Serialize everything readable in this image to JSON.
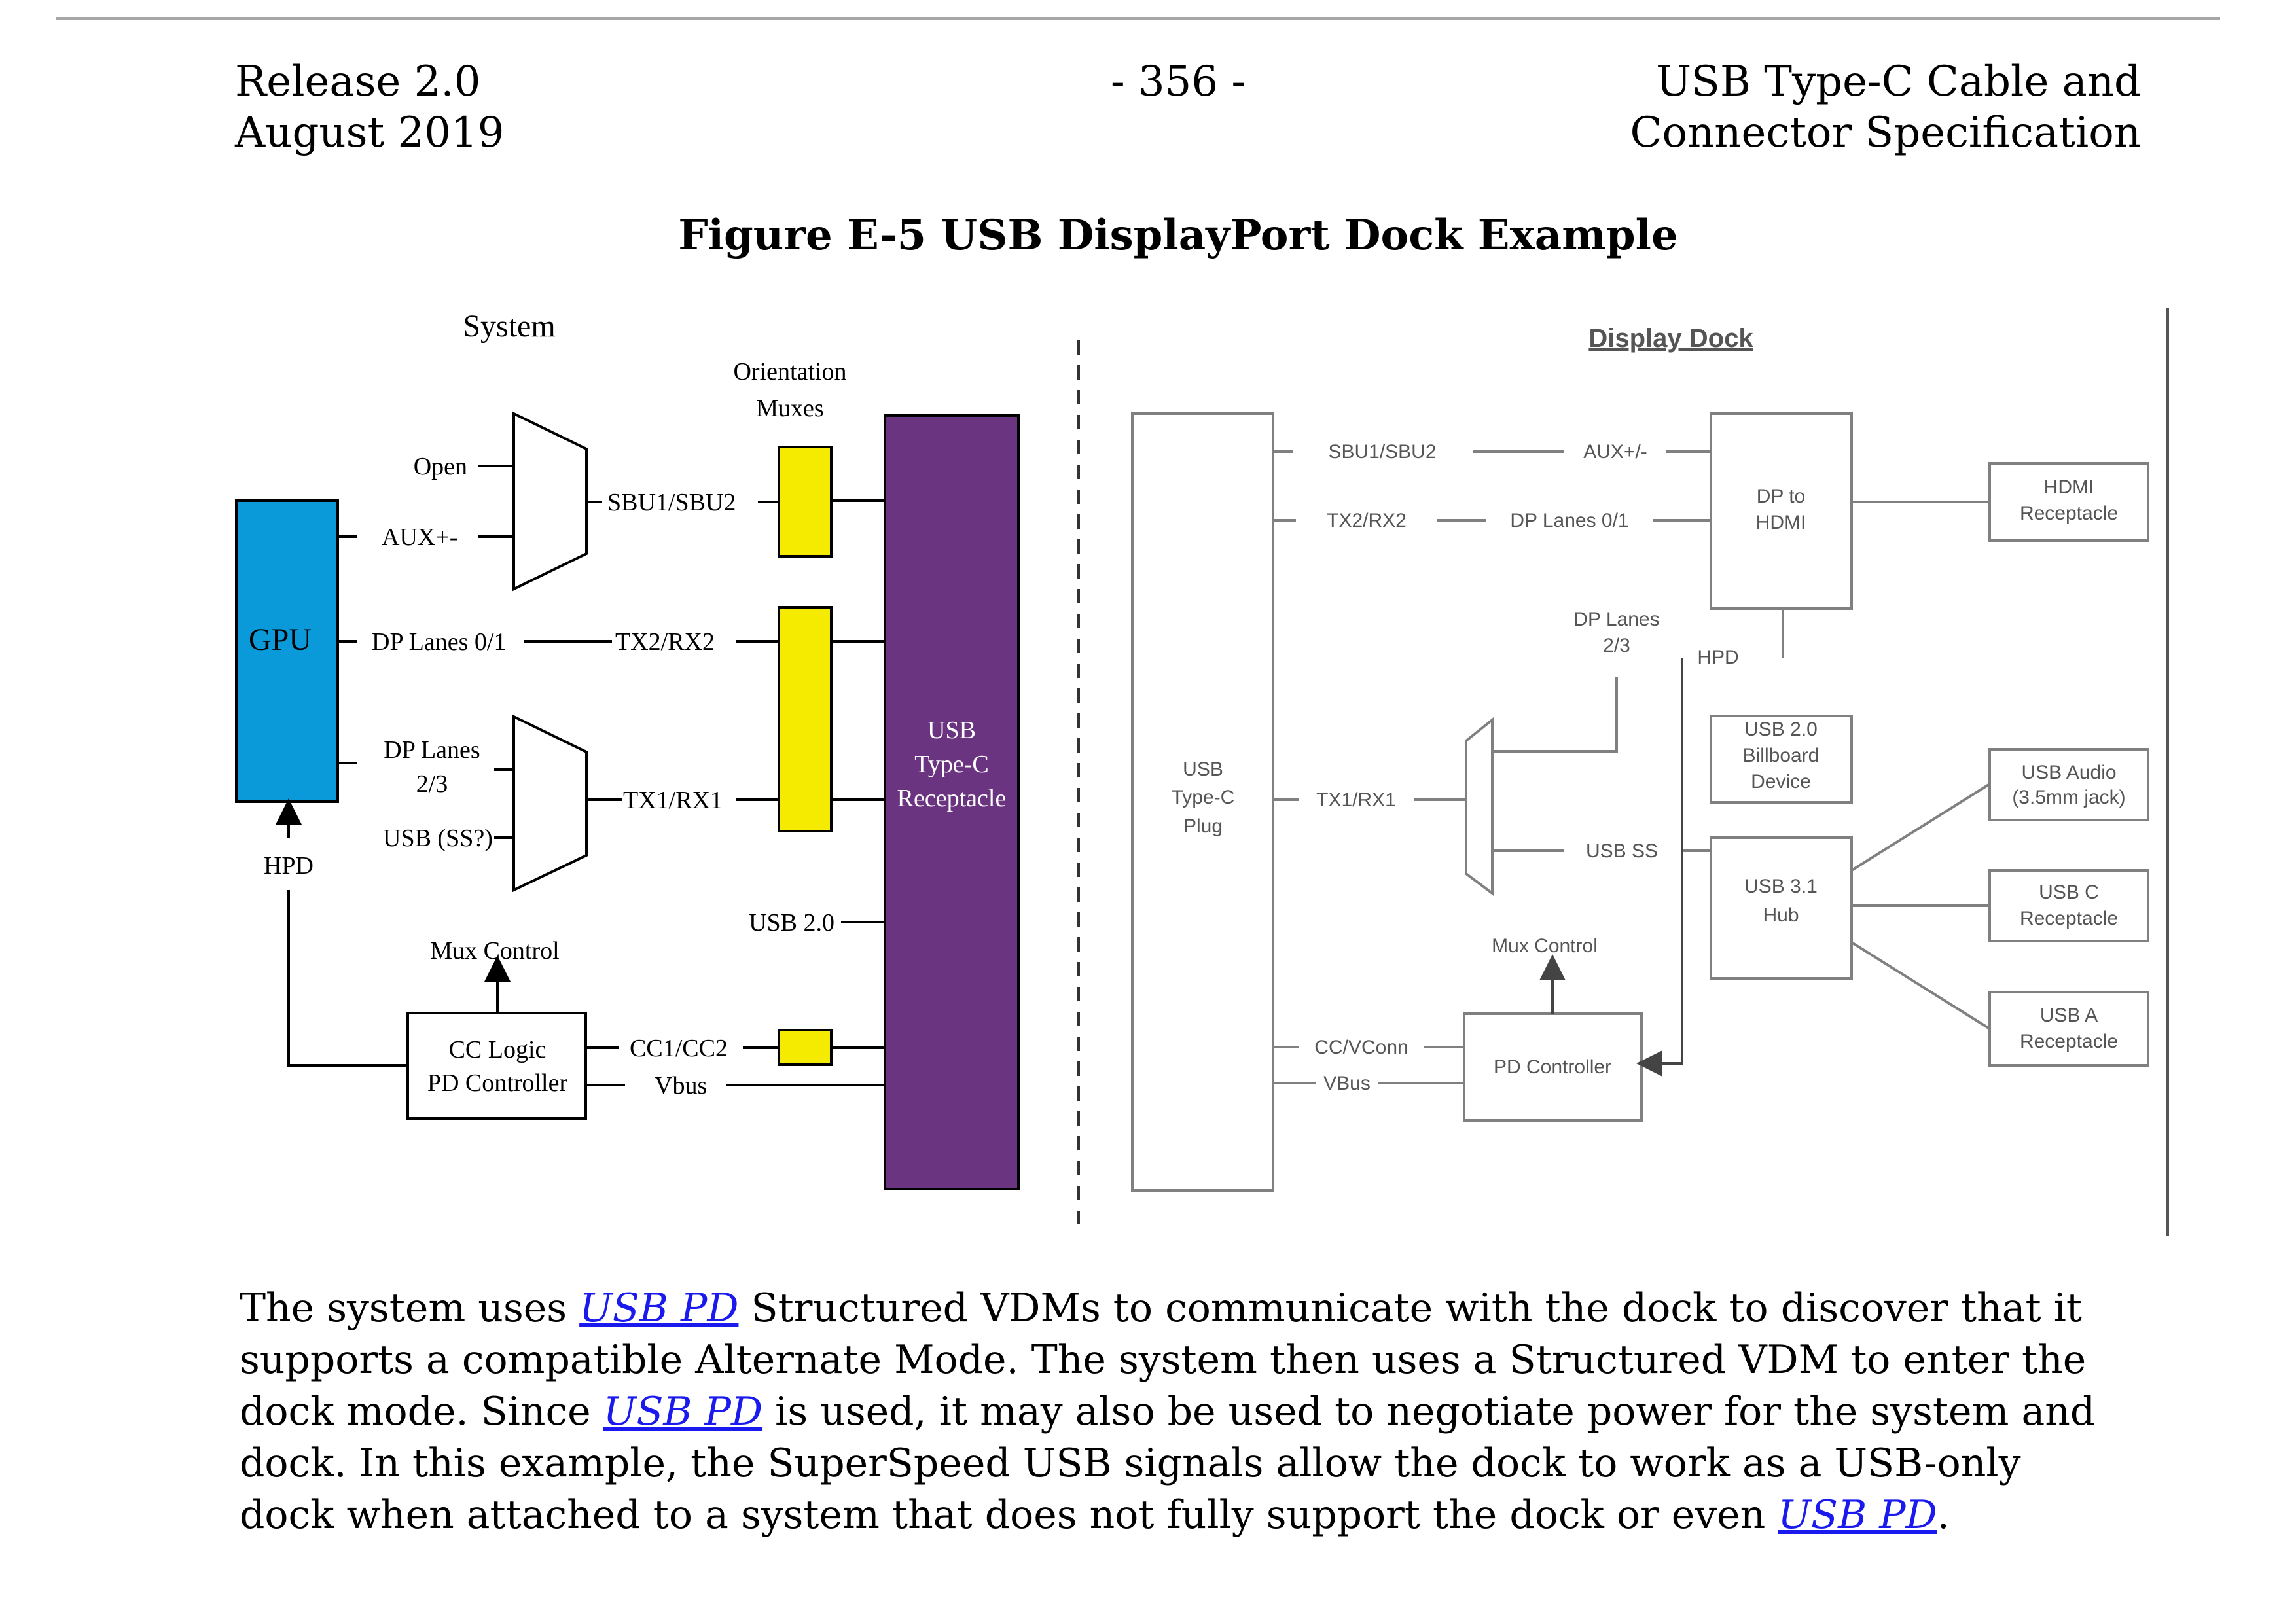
{
  "header": {
    "left_line1": "Release 2.0",
    "left_line2": "August 2019",
    "center": "- 356 -",
    "right_line1": "USB Type-C Cable and",
    "right_line2": "Connector Specification"
  },
  "figure": {
    "title": "Figure E-5  USB DisplayPort Dock Example",
    "system": {
      "title": "System",
      "orientation_muxes_1": "Orientation",
      "orientation_muxes_2": "Muxes",
      "gpu": "GPU",
      "open": "Open",
      "aux": "AUX+-",
      "sbu": "SBU1/SBU2",
      "dp_lanes_01": "DP Lanes 0/1",
      "tx2rx2": "TX2/RX2",
      "dp_lanes_23_1": "DP Lanes",
      "dp_lanes_23_2": "2/3",
      "usb_ss": "USB (SS?)",
      "tx1rx1": "TX1/RX1",
      "hpd": "HPD",
      "usb20": "USB 2.0",
      "mux_control": "Mux Control",
      "cc_logic_1": "CC Logic",
      "cc_logic_2": "PD Controller",
      "cc1cc2": "CC1/CC2",
      "vbus": "Vbus",
      "receptacle_1": "USB",
      "receptacle_2": "Type-C",
      "receptacle_3": "Receptacle"
    },
    "dock": {
      "title": "Display Dock",
      "plug_1": "USB",
      "plug_2": "Type-C",
      "plug_3": "Plug",
      "sbu": "SBU1/SBU2",
      "aux": "AUX+/-",
      "tx2rx2": "TX2/RX2",
      "dp_lanes_01": "DP Lanes 0/1",
      "dp_to_hdmi_1": "DP to",
      "dp_to_hdmi_2": "HDMI",
      "hdmi_1": "HDMI",
      "hdmi_2": "Receptacle",
      "dp_lanes_23_1": "DP Lanes",
      "dp_lanes_23_2": "2/3",
      "hpd": "HPD",
      "billboard_1": "USB 2.0",
      "billboard_2": "Billboard",
      "billboard_3": "Device",
      "tx1rx1": "TX1/RX1",
      "usb_ss": "USB SS",
      "hub_1": "USB 3.1",
      "hub_2": "Hub",
      "audio_1": "USB Audio",
      "audio_2": "(3.5mm jack)",
      "usbc_1": "USB C",
      "usbc_2": "Receptacle",
      "usba_1": "USB A",
      "usba_2": "Receptacle",
      "mux_control": "Mux Control",
      "pd_controller": "PD Controller",
      "ccvconn": "CC/VConn",
      "vbus": "VBus"
    },
    "colors": {
      "gpu": "#0a99d9",
      "mux": "#f5eb00",
      "receptacle": "#6b3480",
      "dock_lines": "#808080"
    }
  },
  "paragraph": {
    "l1_a": "The system uses ",
    "l1_link": "USB PD",
    "l1_b": " Structured VDMs to communicate with the dock to discover that it",
    "l2": "supports a compatible Alternate Mode.  The system then uses a Structured VDM to enter the",
    "l3_a": "dock mode.  Since ",
    "l3_link": "USB PD",
    "l3_b": " is used, it may also be used to negotiate power for the system and",
    "l4": "dock.  In this example, the SuperSpeed USB signals allow the dock to work as a USB-only",
    "l5_a": "dock when attached to a system that does not fully support the dock or even ",
    "l5_link": "USB PD",
    "l5_b": "."
  }
}
